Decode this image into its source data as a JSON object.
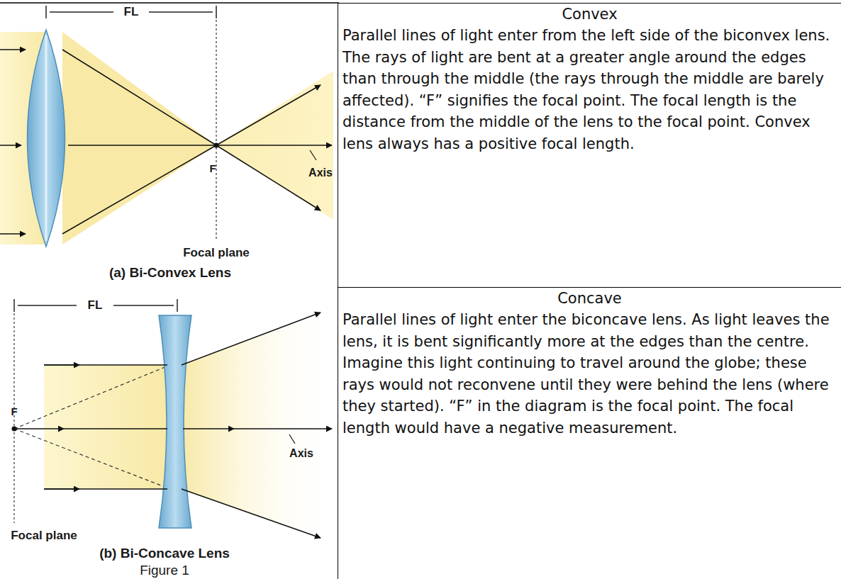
{
  "diagram": {
    "caption": "Figure 1",
    "nodes": [
      {
        "text": [
          "Convex",
          "Parallel lines of light enter from the left side of the biconvex lens. The rays of light are bent at a greater angle around the edges than through the middle (the rays through the middle are barely affected). “F” signifies the focal point. The focal length is the distance from the middle of the lens to the focal point. Convex lens always has a positive focal length."
        ]
      },
      {
        "text": [
          "Concave",
          "Parallel lines of light enter the biconcave lens. As light leaves the lens, it is bent significantly more at the edges than the centre. Imagine this light continuing to travel around the globe; these rays would not reconvene until they were behind the lens (where they started). “F” in the diagram is the focal point. The focal length would have a negative measurement."
        ]
      }
    ],
    "labels": [
      "FL",
      "F",
      "Axis",
      "Focal plane",
      "(a) Bi-Convex Lens",
      "FL",
      "F",
      "Axis",
      "Focal plane",
      "(b) Bi-Concave Lens"
    ]
  }
}
